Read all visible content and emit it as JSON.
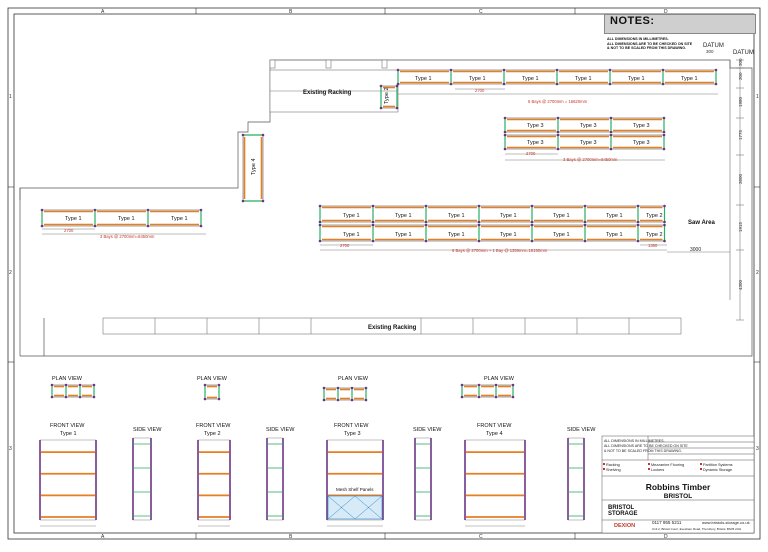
{
  "sheet": {
    "border_letters": [
      "A",
      "B",
      "C",
      "D"
    ],
    "border_numbers": [
      "1",
      "2",
      "3"
    ]
  },
  "notes": {
    "title": "NOTES:",
    "lines": [
      "ALL DIMENSIONS IN MILLIMETRES.",
      "ALL DIMENSIONS ARE TO BE CHECKED ON SITE",
      "& NOT TO BE SCALED FROM THIS DRAWING."
    ]
  },
  "datum": {
    "label_top": "DATUM",
    "label_right": "DATUM"
  },
  "existing_racking": {
    "top": "Existing Racking",
    "bottom": "Existing Racking"
  },
  "bay_types": {
    "t1": "Type 1",
    "t2": "Type 2",
    "t3": "Type 3",
    "t4": "Type 4"
  },
  "saw_area": "Saw Area",
  "dimensions": {
    "run_top": "6 Bays @ 2700mm = 16620mm",
    "run_type3": "3 Bays @ 2700mm=8450mm",
    "run_left": "3 Bays @ 2700mm=8450mm",
    "run_main": "6 Bays @ 2700mm + 1 Bay @ 1350mm=18150mm",
    "bay_2700": "2700",
    "bay_1350": "1350",
    "w3000": "3000",
    "right_col": [
      "300",
      "300",
      "1980",
      "1775",
      "3600",
      "1915",
      "4300"
    ]
  },
  "views": {
    "plan": "PLAN VIEW",
    "front": "FRONT VIEW",
    "side": "SIDE VIEW",
    "type1": "Type 1",
    "type2": "Type 2",
    "type3": "Type 3",
    "type4": "Type 4",
    "mesh": "Mesh Shelf Panels"
  },
  "title_block": {
    "client": "Robbins Timber",
    "location": "BRISTOL",
    "company_top": "BRISTOL",
    "company_bottom": "STORAGE",
    "partner": "DEXION",
    "phone": "0117 955 5211",
    "web": "www.bristols-storage.co.uk",
    "address": "Unit 2, Bristol Court, Evesham Road, Thornbury, Bristol, BS35 2UH",
    "legend": [
      "Racking",
      "Shelving",
      "Mezzanine Flooring",
      "Lockers",
      "Partition Systems",
      "Dynamic Storage"
    ]
  }
}
